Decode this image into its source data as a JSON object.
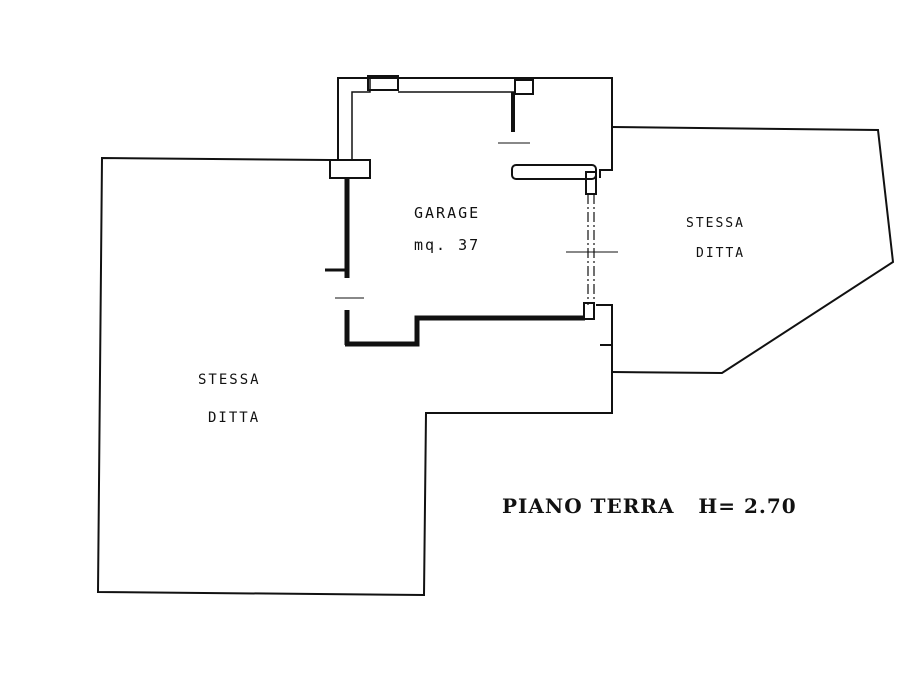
{
  "rooms": {
    "garage": {
      "name": "GARAGE",
      "area": "mq. 37"
    },
    "left_area": {
      "line1": "STESSA",
      "line2": "DITTA"
    },
    "right_area": {
      "line1": "STESSA",
      "line2": "DITTA"
    }
  },
  "plan_title": {
    "floor": "PIANO TERRA",
    "height": "H= 2.70"
  }
}
